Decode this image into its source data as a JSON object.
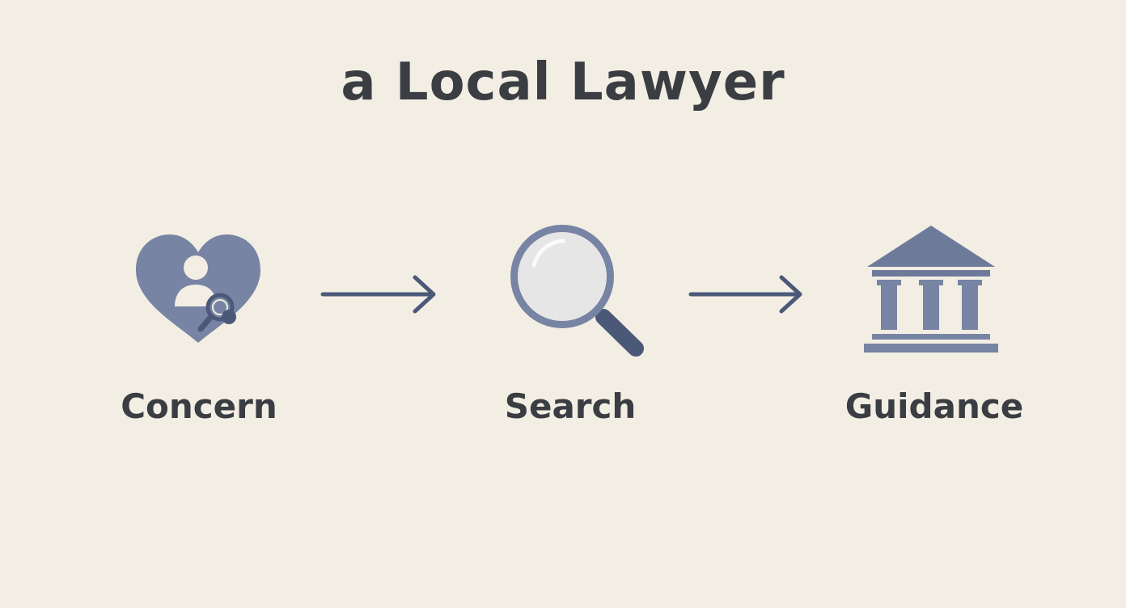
{
  "title": "a Local Lawyer",
  "steps": [
    {
      "label": "Concern",
      "icon": "heart-person-search-icon"
    },
    {
      "label": "Search",
      "icon": "magnifying-glass-icon"
    },
    {
      "label": "Guidance",
      "icon": "courthouse-icon"
    }
  ],
  "colors": {
    "background": "#f3eee4",
    "icon_fill": "#7784a3",
    "icon_dark": "#4b5877",
    "lens": "#e6e6e6",
    "text": "#3a3d42"
  }
}
